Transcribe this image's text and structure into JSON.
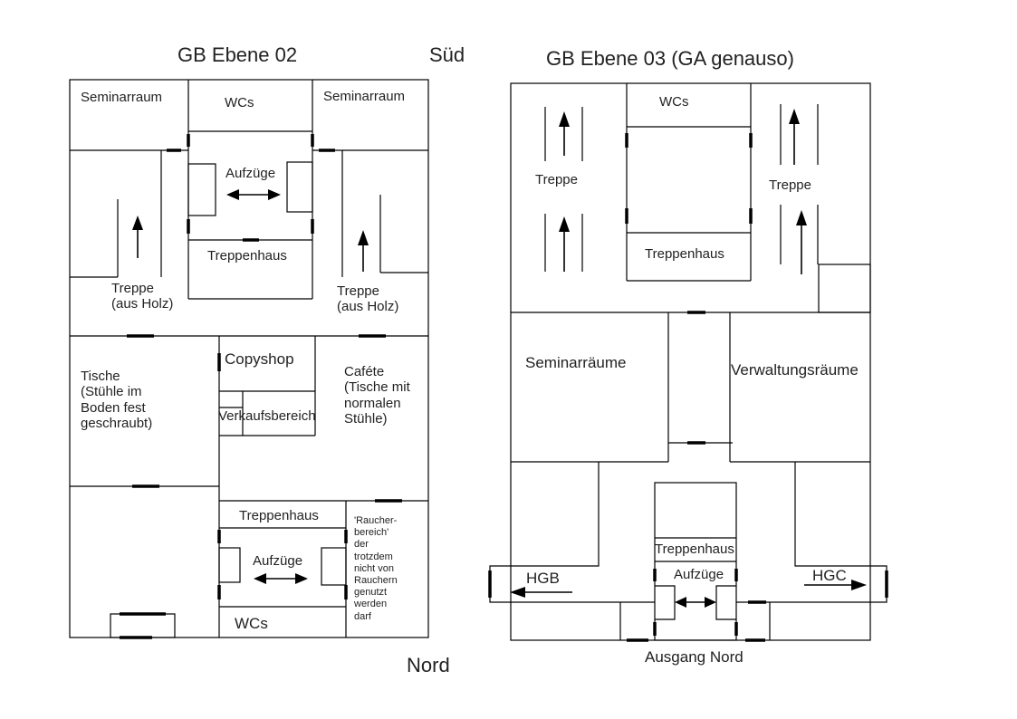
{
  "titles": {
    "left": "GB Ebene 02",
    "right": "GB Ebene 03 (GA genauso)",
    "south": "Süd",
    "north": "Nord",
    "exit_north": "Ausgang Nord"
  },
  "level02": {
    "seminar_left": "Seminarraum",
    "wcs_top": "WCs",
    "seminar_right": "Seminarraum",
    "elevators_top": "Aufzüge",
    "stairwell_top": "Treppenhaus",
    "stairs_left": "Treppe\n(aus Holz)",
    "stairs_right": "Treppe\n(aus Holz)",
    "tables": "Tische\n(Stühle im\nBoden fest\ngeschraubt)",
    "copyshop": "Copyshop",
    "sales": "Verkaufsbereich",
    "cafe": "Caféte\n(Tische mit\nnormalen\nStühle)",
    "stairwell_bottom": "Treppenhaus",
    "elevators_bottom": "Aufzüge",
    "wcs_bottom": "WCs",
    "smoking": "'Raucher-\nbereich'\nder\ntrotzdem\nnicht von\nRauchern\ngenutzt\nwerden\ndarf"
  },
  "level03": {
    "wcs": "WCs",
    "stairs_left": "Treppe",
    "stairs_right": "Treppe",
    "stairwell_top": "Treppenhaus",
    "seminar_rooms": "Seminarräume",
    "admin_rooms": "Verwaltungsräume",
    "stairwell_bottom": "Treppenhaus",
    "elevators": "Aufzüge",
    "hgb": "HGB",
    "hgc": "HGC"
  }
}
